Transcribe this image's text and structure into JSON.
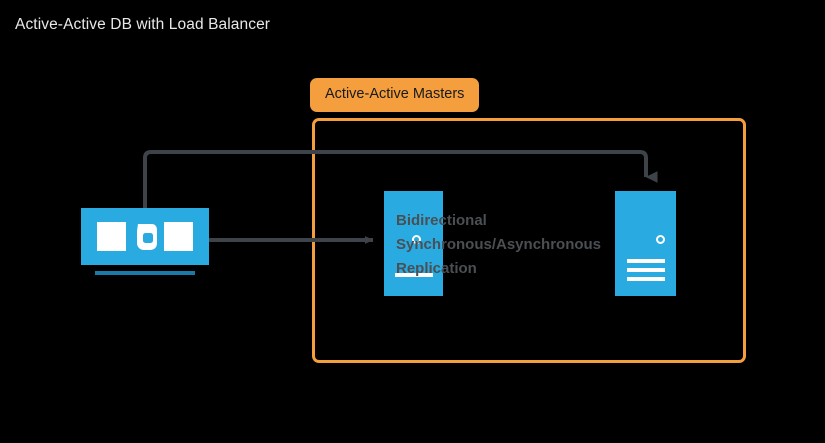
{
  "diagram": {
    "title": "Active-Active DB with Load Balancer",
    "background_color": "#000000",
    "accent_orange": "#f59e3d",
    "accent_blue": "#29abe2",
    "wire_color": "#3d4349"
  },
  "group": {
    "label": "Active-Active Masters",
    "border_color": "#f59e3d"
  },
  "nodes": {
    "load_balancer": {
      "name": "load-balancer",
      "icon": "load-balancer-icon",
      "color": "#29abe2"
    },
    "master_primary": {
      "name": "database-master-1",
      "icon": "database-server-icon",
      "color": "#29abe2"
    },
    "master_secondary": {
      "name": "database-master-2",
      "icon": "database-server-icon",
      "color": "#29abe2"
    }
  },
  "caption": {
    "line1": "Bidirectional",
    "line2": "Synchronous/Asynchronous",
    "line3": "Replication"
  },
  "connections": [
    {
      "name": "lb-to-master-1",
      "from": "load-balancer",
      "to": "database-master-1",
      "style": "arrow"
    },
    {
      "name": "lb-to-master-2",
      "from": "load-balancer",
      "to": "database-master-2",
      "style": "arrow"
    }
  ]
}
